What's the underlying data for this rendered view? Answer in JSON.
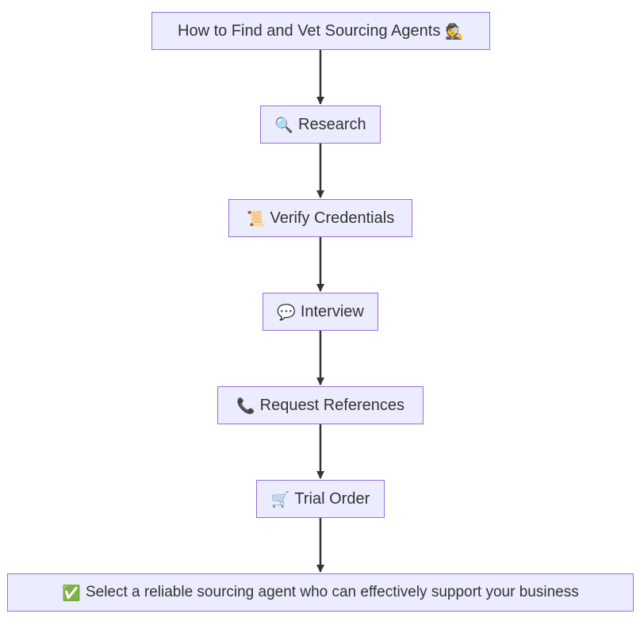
{
  "diagram": {
    "type": "flowchart",
    "direction": "top-to-bottom",
    "colors": {
      "node_fill": "#ececff",
      "node_border": "#9370db",
      "edge": "#333333",
      "text": "#333333"
    },
    "nodes": [
      {
        "id": "title",
        "label": "How to Find and Vet Sourcing Agents",
        "icon": "🕵",
        "icon_name": "detective-icon"
      },
      {
        "id": "research",
        "label": "Research",
        "icon": "🔍",
        "icon_name": "magnifier-icon"
      },
      {
        "id": "verify",
        "label": "Verify Credentials",
        "icon": "📜",
        "icon_name": "scroll-icon"
      },
      {
        "id": "interview",
        "label": "Interview",
        "icon": "💬",
        "icon_name": "speech-bubble-icon"
      },
      {
        "id": "references",
        "label": "Request References",
        "icon": "📞",
        "icon_name": "phone-icon"
      },
      {
        "id": "trial",
        "label": "Trial Order",
        "icon": "🛒",
        "icon_name": "cart-icon"
      },
      {
        "id": "select",
        "label": "Select a reliable sourcing agent who can effectively support your business",
        "icon": "✅",
        "icon_name": "check-mark-icon"
      }
    ],
    "edges": [
      {
        "from": "title",
        "to": "research"
      },
      {
        "from": "research",
        "to": "verify"
      },
      {
        "from": "verify",
        "to": "interview"
      },
      {
        "from": "interview",
        "to": "references"
      },
      {
        "from": "references",
        "to": "trial"
      },
      {
        "from": "trial",
        "to": "select"
      }
    ]
  }
}
